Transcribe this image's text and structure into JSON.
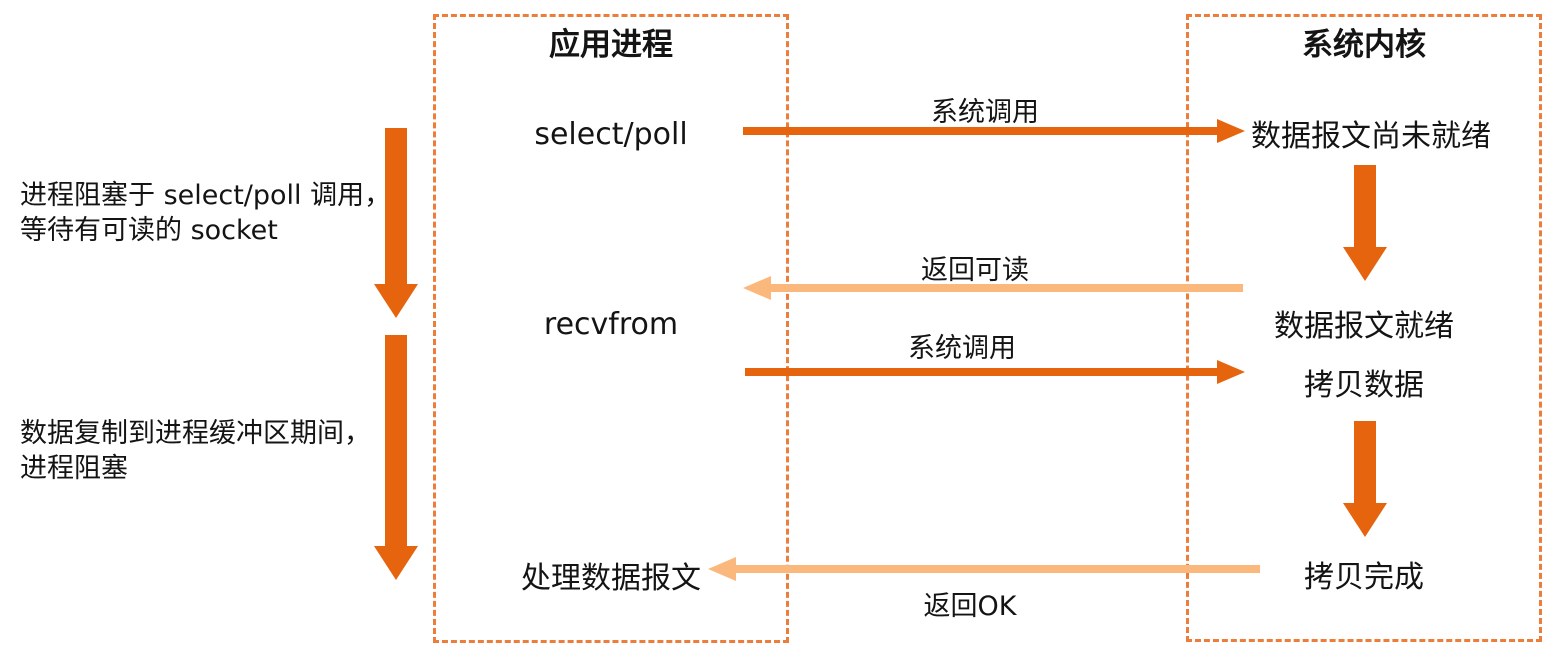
{
  "colors": {
    "arrow_dark": "#E5640D",
    "arrow_light": "#FBB87C",
    "box_border": "#ED7D3B",
    "text": "#141414"
  },
  "annotations": {
    "block1_line1": "进程阻塞于 select/poll 调用，",
    "block1_line2": "等待有可读的 socket",
    "block2_line1": "数据复制到进程缓冲区期间，",
    "block2_line2": "进程阻塞"
  },
  "app_box": {
    "title": "应用进程",
    "select_poll": "select/poll",
    "recvfrom": "recvfrom",
    "handle_datagram": "处理数据报文"
  },
  "kernel_box": {
    "title": "系统内核",
    "datagram_not_ready": "数据报文尚未就绪",
    "datagram_ready": "数据报文就绪",
    "copy_data": "拷贝数据",
    "copy_done": "拷贝完成"
  },
  "flow_labels": {
    "syscall_1": "系统调用",
    "return_readable": "返回可读",
    "syscall_2": "系统调用",
    "return_ok": "返回OK"
  }
}
